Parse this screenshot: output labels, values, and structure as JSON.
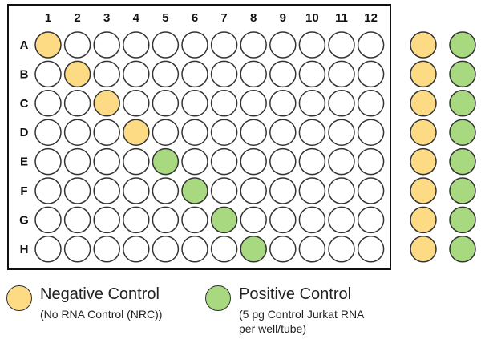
{
  "plate": {
    "columns": [
      "1",
      "2",
      "3",
      "4",
      "5",
      "6",
      "7",
      "8",
      "9",
      "10",
      "11",
      "12"
    ],
    "rows": [
      "A",
      "B",
      "C",
      "D",
      "E",
      "F",
      "G",
      "H"
    ],
    "wells": [
      {
        "row": "A",
        "col": "1",
        "type": "negative"
      },
      {
        "row": "B",
        "col": "2",
        "type": "negative"
      },
      {
        "row": "C",
        "col": "3",
        "type": "negative"
      },
      {
        "row": "D",
        "col": "4",
        "type": "negative"
      },
      {
        "row": "E",
        "col": "5",
        "type": "positive"
      },
      {
        "row": "F",
        "col": "6",
        "type": "positive"
      },
      {
        "row": "G",
        "col": "7",
        "type": "positive"
      },
      {
        "row": "H",
        "col": "8",
        "type": "positive"
      }
    ]
  },
  "tubes": {
    "negative_column_count": 8,
    "positive_column_count": 8
  },
  "colors": {
    "negative": "#FDDB85",
    "positive": "#A8D880",
    "empty": "#FFFFFF",
    "outline": "#333333"
  },
  "legend": {
    "negative": {
      "title": "Negative Control",
      "subtitle": "(No RNA Control (NRC))"
    },
    "positive": {
      "title": "Positive Control",
      "subtitle_line1": "(5 pg Control Jurkat RNA",
      "subtitle_line2": "per well/tube)"
    }
  }
}
